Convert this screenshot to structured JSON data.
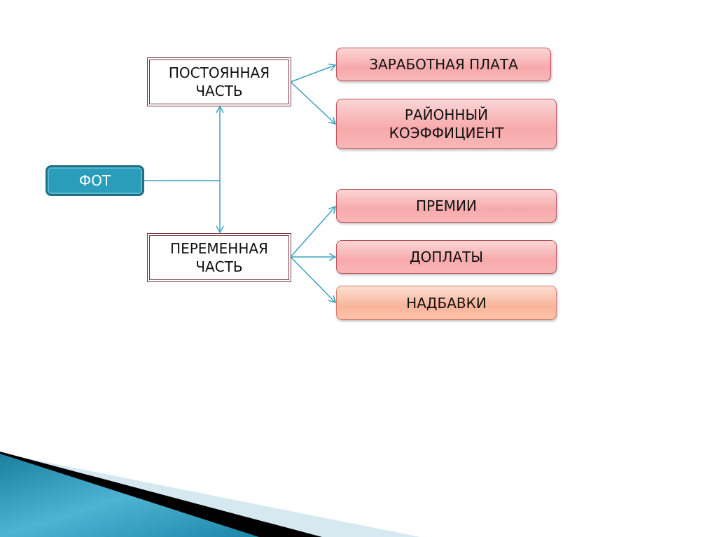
{
  "root": {
    "label": "ФОТ"
  },
  "fixed_part": {
    "label": "ПОСТОЯННАЯ ЧАСТЬ",
    "children": [
      "ЗАРАБОТНАЯ ПЛАТА",
      "РАЙОННЫЙ КОЭФФИЦИЕНТ"
    ]
  },
  "variable_part": {
    "label": "ПЕРЕМЕННАЯ ЧАСТЬ",
    "children": [
      "ПРЕМИИ",
      "ДОПЛАТЫ",
      "НАДБАВКИ"
    ]
  },
  "colors": {
    "connector": "#3aa3c0",
    "fot": "#2a9dbb",
    "frame": "#7a3b45",
    "pink": "#f7a9aa",
    "orange": "#f9b49a"
  }
}
